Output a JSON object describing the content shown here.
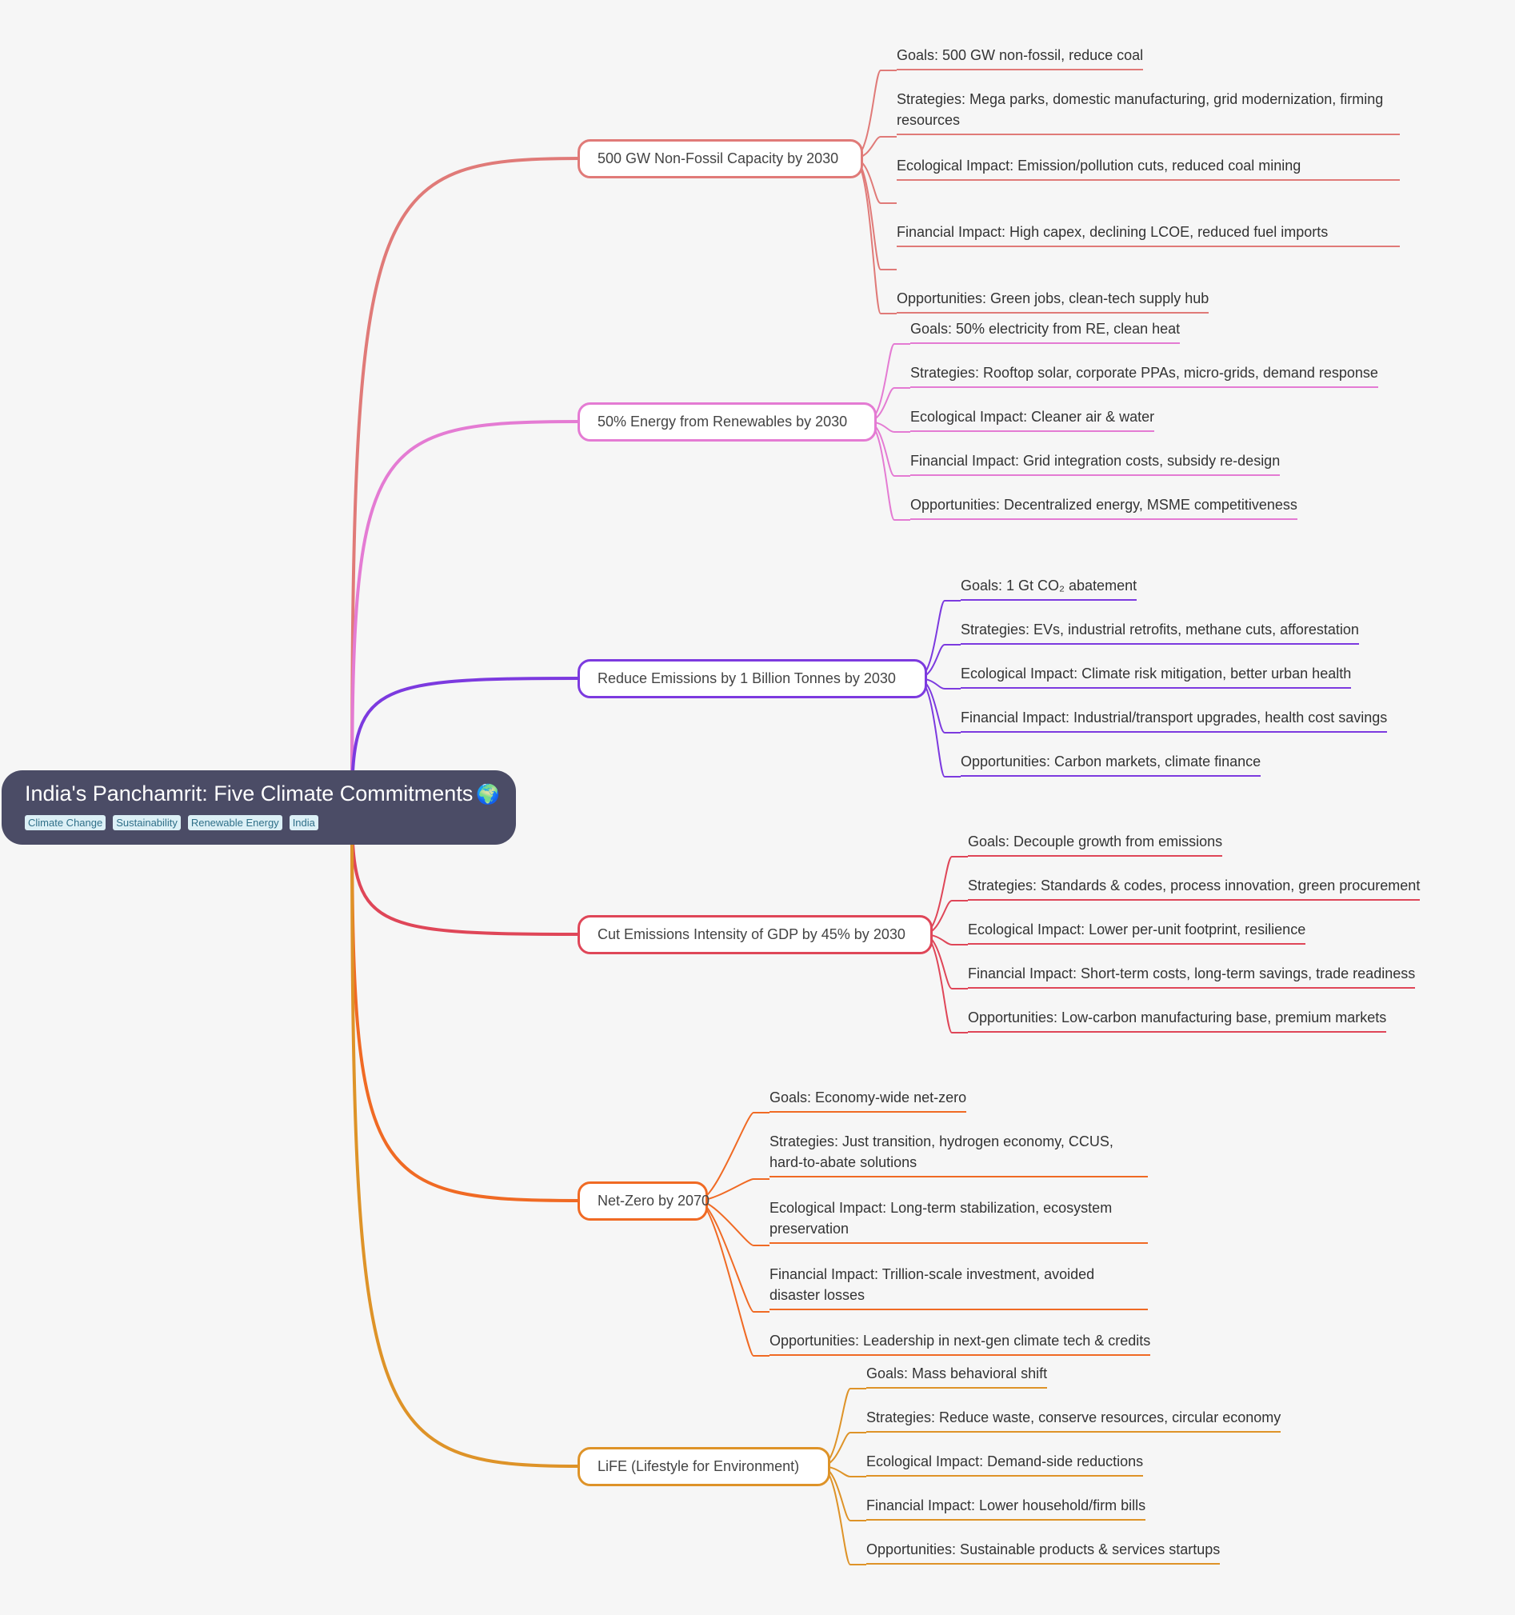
{
  "root": {
    "title": "India's Panchamrit: Five Climate Commitments",
    "icon": "globe-icon",
    "tags": [
      "Climate Change",
      "Sustainability",
      "Renewable Energy",
      "India"
    ]
  },
  "branches": [
    {
      "label": "500 GW Non-Fossil Capacity by 2030",
      "color": "#e07a78",
      "leaves": [
        "Goals: 500 GW non-fossil, reduce coal",
        "Strategies: Mega parks, domestic manufacturing, grid modernization, firming resources",
        "Ecological Impact: Emission/pollution cuts, reduced coal mining",
        "Financial Impact: High capex, declining LCOE, reduced fuel imports",
        "Opportunities: Green jobs, clean-tech supply hub"
      ]
    },
    {
      "label": "50% Energy from Renewables by 2030",
      "color": "#e47bd3",
      "leaves": [
        "Goals: 50% electricity from RE, clean heat",
        "Strategies: Rooftop solar, corporate PPAs, micro-grids, demand response",
        "Ecological Impact: Cleaner air & water",
        "Financial Impact: Grid integration costs, subsidy re-design",
        "Opportunities: Decentralized energy, MSME competitiveness"
      ]
    },
    {
      "label": "Reduce Emissions by 1 Billion Tonnes by 2030",
      "color": "#7c3adf",
      "leaves": [
        "Goals: 1 Gt CO₂ abatement",
        "Strategies: EVs, industrial retrofits, methane cuts, afforestation",
        "Ecological Impact: Climate risk mitigation, better urban health",
        "Financial Impact: Industrial/transport upgrades, health cost savings",
        "Opportunities: Carbon markets, climate finance"
      ]
    },
    {
      "label": "Cut Emissions Intensity of GDP by 45% by 2030",
      "color": "#df4658",
      "leaves": [
        "Goals: Decouple growth from emissions",
        "Strategies: Standards & codes, process innovation, green procurement",
        "Ecological Impact: Lower per-unit footprint, resilience",
        "Financial Impact: Short-term costs, long-term savings, trade readiness",
        "Opportunities: Low-carbon manufacturing base, premium markets"
      ]
    },
    {
      "label": "Net-Zero by 2070",
      "color": "#f06a24",
      "leaves": [
        "Goals: Economy-wide net-zero",
        "Strategies: Just transition, hydrogen economy, CCUS, hard-to-abate solutions",
        "Ecological Impact: Long-term stabilization, ecosystem preservation",
        "Financial Impact: Trillion-scale investment, avoided disaster losses",
        "Opportunities: Leadership in next-gen climate tech & credits"
      ]
    },
    {
      "label": "LiFE (Lifestyle for Environment)",
      "color": "#de9328",
      "leaves": [
        "Goals: Mass behavioral shift",
        "Strategies: Reduce waste, conserve resources, circular economy",
        "Ecological Impact: Demand-side reductions",
        "Financial Impact: Lower household/firm bills",
        "Opportunities: Sustainable products & services startups"
      ]
    }
  ]
}
